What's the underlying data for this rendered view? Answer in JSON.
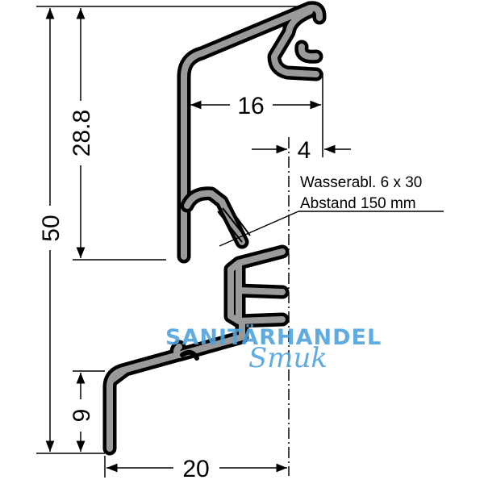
{
  "dimensions": {
    "total_height": "50",
    "upper_height": "28.8",
    "bottom_height": "9",
    "bottom_width": "20",
    "top_width": "16",
    "offset": "4"
  },
  "note": {
    "line1": "Wasserabl. 6 x 30",
    "line2": "Abstand 150 mm"
  },
  "watermark": {
    "line1": "SANITÄRHANDEL",
    "line2": "Smuk"
  },
  "colors": {
    "profile_fill": "#9a9a9a",
    "outline": "#000000",
    "watermark": "#4fa3dc"
  }
}
